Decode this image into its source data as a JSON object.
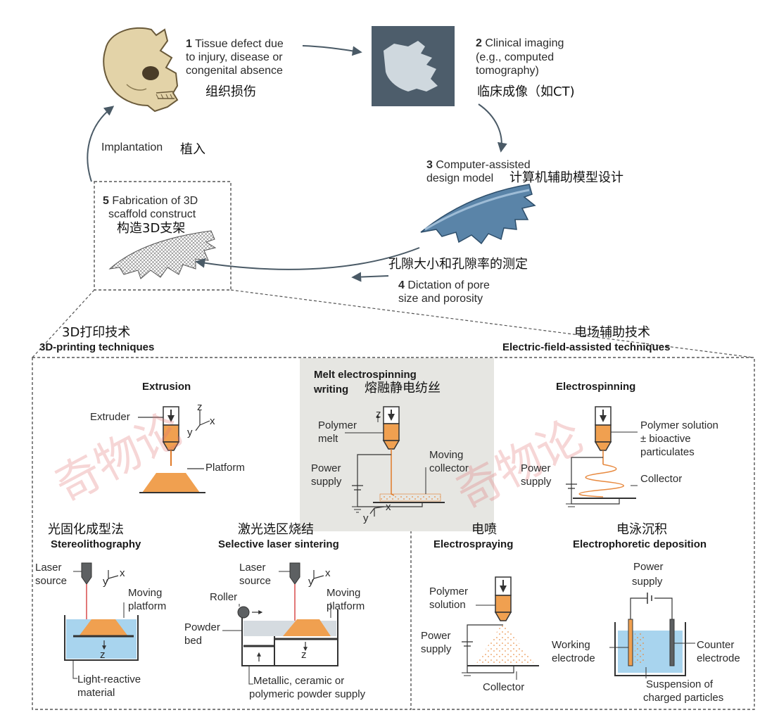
{
  "cycle": {
    "step1": {
      "num": "1",
      "en_line1": "Tissue defect due",
      "en_line2": "to injury, disease or",
      "en_line3": "congenital absence",
      "zh": "组织损伤"
    },
    "step2": {
      "num": "2",
      "en_line1": "Clinical imaging",
      "en_line2": "(e.g., computed",
      "en_line3": "tomography)",
      "zh": "临床成像（如CT)"
    },
    "step3": {
      "num": "3",
      "en_line1": "Computer-assisted",
      "en_line2": "design model",
      "zh": "计算机辅助模型设计"
    },
    "step4": {
      "num": "4",
      "en_line1": "Dictation of pore",
      "en_line2": "size and porosity",
      "zh": "孔隙大小和孔隙率的测定"
    },
    "step5": {
      "num": "5",
      "en_line1": "Fabrication of 3D",
      "en_line2": "scaffold construct",
      "zh": "构造3D支架"
    },
    "implant": {
      "en": "Implantation",
      "zh": "植入"
    }
  },
  "groups": {
    "printing": {
      "zh": "3D打印技术",
      "en": "3D-printing techniques"
    },
    "electric": {
      "zh": "电场辅助技术",
      "en": "Electric-field-assisted techniques"
    }
  },
  "panels": {
    "extrusion": {
      "title": "Extrusion",
      "extruder": "Extruder",
      "platform": "Platform",
      "z": "z",
      "x": "x",
      "y": "y"
    },
    "mew": {
      "title_line1": "Melt electrospinning",
      "title_line2": "writing",
      "zh": "熔融静电纺丝",
      "polymer_line1": "Polymer",
      "polymer_line2": "melt",
      "power_line1": "Power",
      "power_line2": "supply",
      "collector_line1": "Moving",
      "collector_line2": "collector",
      "z": "z",
      "x": "x",
      "y": "y"
    },
    "electrospinning": {
      "title": "Electrospinning",
      "sol_line1": "Polymer solution",
      "sol_line2": "± bioactive",
      "sol_line3": "particulates",
      "power_line1": "Power",
      "power_line2": "supply",
      "collector": "Collector"
    },
    "sla": {
      "zh": "光固化成型法",
      "title": "Stereolithography",
      "laser_line1": "Laser",
      "laser_line2": "source",
      "moving_line1": "Moving",
      "moving_line2": "platform",
      "material_line1": "Light-reactive",
      "material_line2": "material",
      "z": "z",
      "x": "x",
      "y": "y"
    },
    "sls": {
      "zh": "激光选区烧结",
      "title": "Selective laser sintering",
      "laser_line1": "Laser",
      "laser_line2": "source",
      "roller": "Roller",
      "powder_line1": "Powder",
      "powder_line2": "bed",
      "moving_line1": "Moving",
      "moving_line2": "platform",
      "supply_line1": "Metallic, ceramic or",
      "supply_line2": "polymeric powder supply",
      "z": "z",
      "x": "x",
      "y": "y"
    },
    "electrospraying": {
      "zh": "电喷",
      "title": "Electrospraying",
      "sol_line1": "Polymer",
      "sol_line2": "solution",
      "power_line1": "Power",
      "power_line2": "supply",
      "collector": "Collector"
    },
    "epd": {
      "zh": "电泳沉积",
      "title": "Electrophoretic deposition",
      "power_line1": "Power",
      "power_line2": "supply",
      "working_line1": "Working",
      "working_line2": "electrode",
      "counter_line1": "Counter",
      "counter_line2": "electrode",
      "susp_line1": "Suspension of",
      "susp_line2": "charged particles"
    }
  },
  "watermark": "奇物论",
  "colors": {
    "orange": "#f0a050",
    "darkorange": "#e07a28",
    "blue": "#a8d4ee",
    "grey": "#5d6062",
    "panel_bg": "#e6e6e2",
    "laser": "#d94a4a"
  }
}
